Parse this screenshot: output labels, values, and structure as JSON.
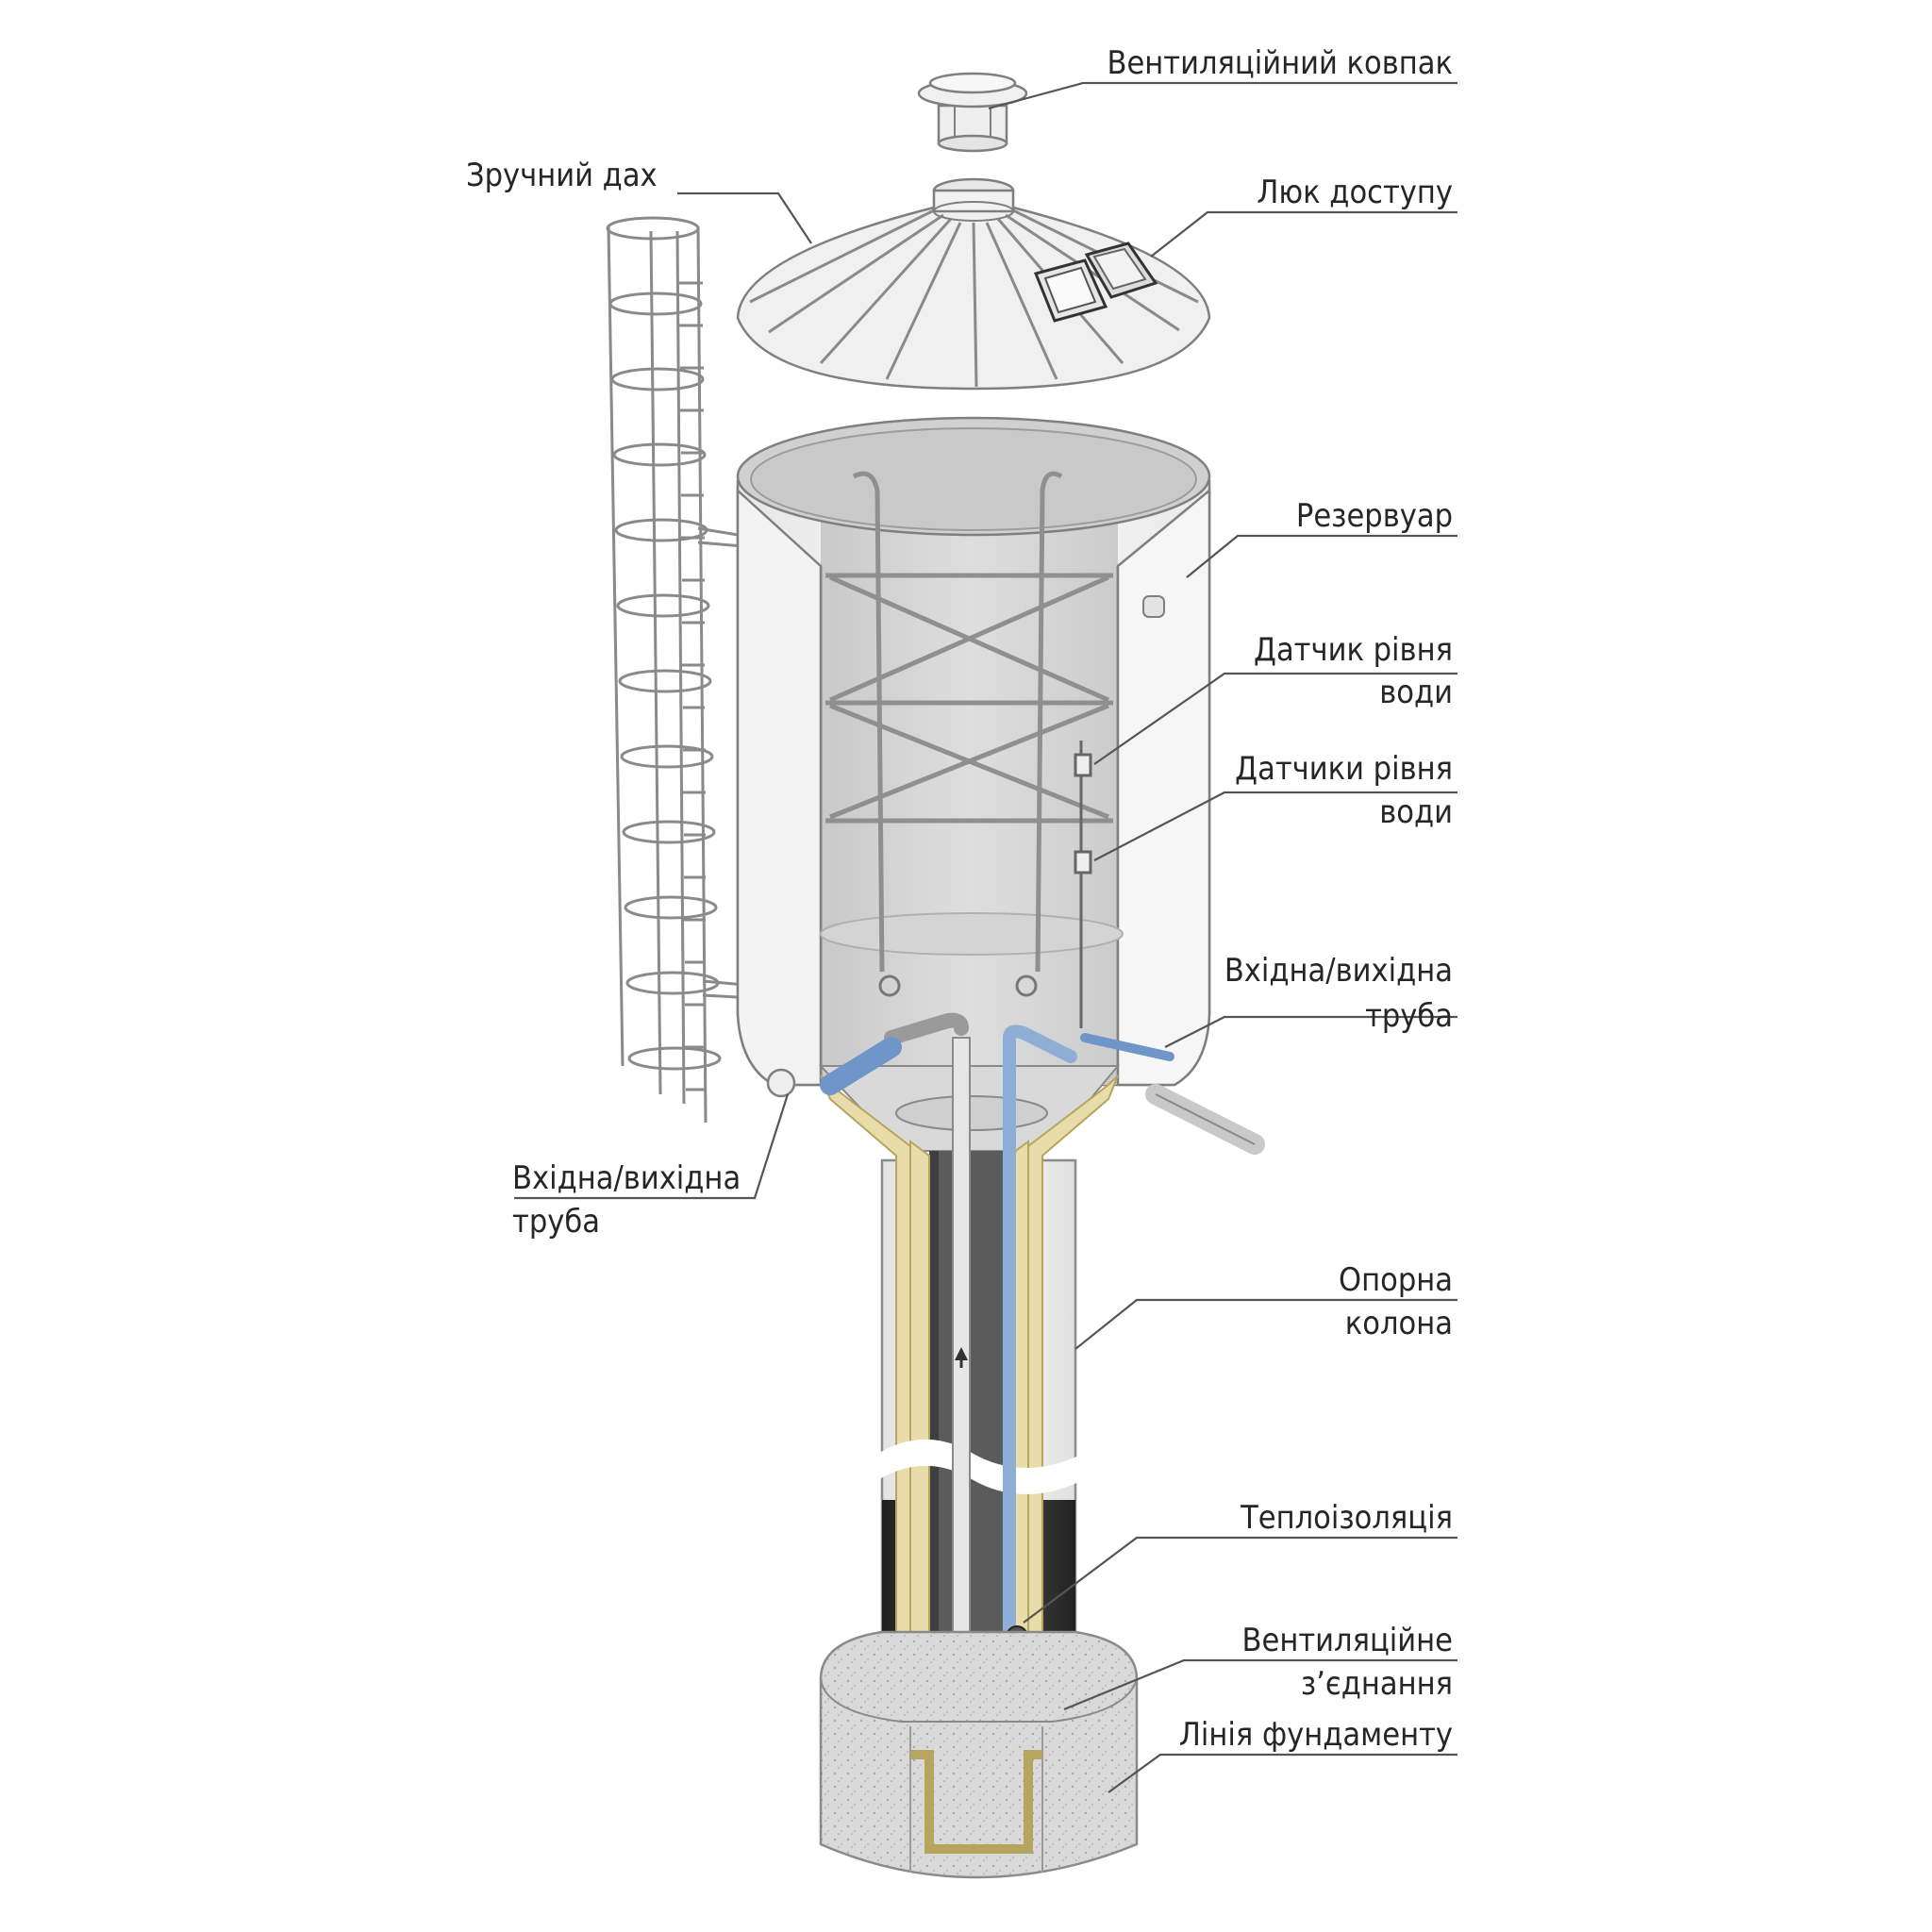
{
  "labels": {
    "vent_cap": "Вентиляційний ковпак",
    "roof": "Зручний дах",
    "access_hatch": "Люк доступу",
    "tank": "Резервуар",
    "level_sensor_1": "Датчик рівня",
    "level_sensor_2": "води",
    "level_sensors_1": "Датчики рівня",
    "level_sensors_2": "води",
    "inout_right_1": "Вхідна/вихідна",
    "inout_right_2": "труба",
    "inout_left_1": "Вхідна/вихідна",
    "inout_left_2": "труба",
    "column_1": "Опорна",
    "column_2": "колона",
    "insulation": "Теплоізоляція",
    "vent_conn_1": "Вентиляційне",
    "vent_conn_2": "з’єднання",
    "foundation": "Лінія фундаменту"
  },
  "colors": {
    "shell": "#f2f2f2",
    "interior": "#d6d6d6",
    "insulation": "#e8dcaa",
    "blue_pipe": "#8eaed6",
    "dark_base": "#333333",
    "concrete": "#d9d9d9",
    "leader": "#555555"
  },
  "icons": [
    "vent-cap",
    "roof-cone",
    "access-hatch",
    "caged-ladder",
    "tank-cylinder",
    "support-column",
    "foundation-block"
  ]
}
